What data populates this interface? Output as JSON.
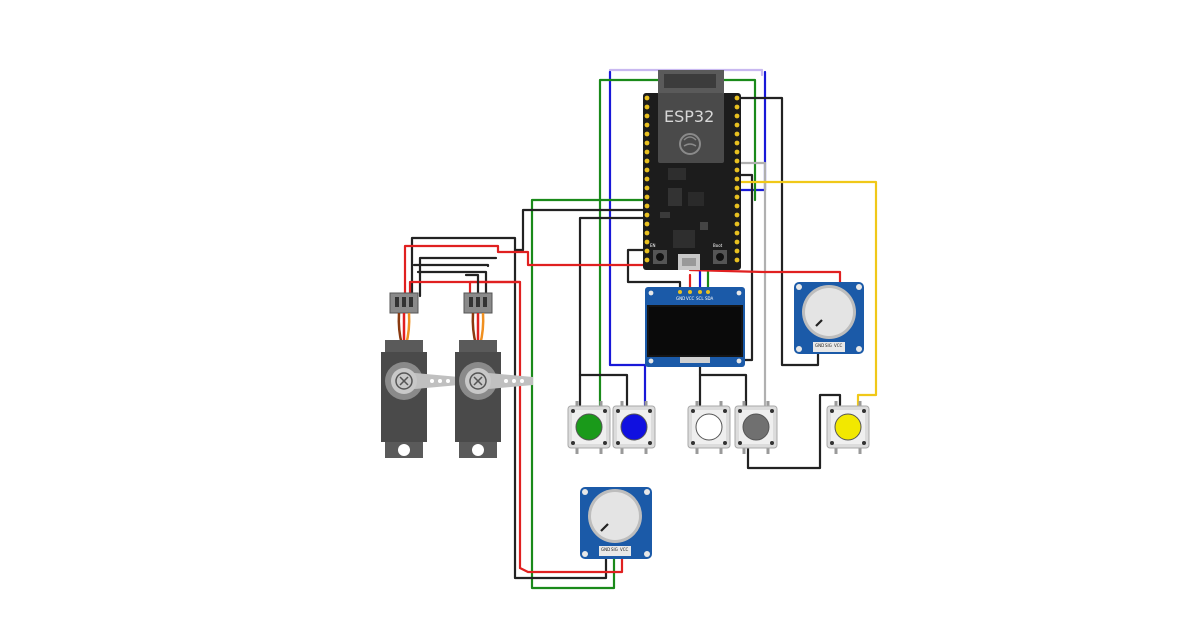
{
  "diagram": {
    "board": {
      "label": "ESP32",
      "boot_label": "Boot",
      "en_label": "EN"
    },
    "oled": {
      "pins": [
        "GND",
        "VCC",
        "SCL",
        "SDA"
      ]
    },
    "potentiometers": [
      {
        "pins": [
          "GND",
          "SIG",
          "VCC"
        ]
      },
      {
        "pins": [
          "GND",
          "SIG",
          "VCC"
        ]
      }
    ],
    "buttons": [
      {
        "color": "#1a9a1a"
      },
      {
        "color": "#1010e0"
      },
      {
        "color": "#ffffff"
      },
      {
        "color": "#707070"
      },
      {
        "color": "#f2e800"
      }
    ],
    "servos": [
      {},
      {}
    ],
    "wire_colors": {
      "red": "#e02020",
      "black": "#222222",
      "green": "#1a8a1a",
      "blue": "#1818d8",
      "yellow": "#f0c818",
      "gray": "#b0b0b0",
      "lavender": "#c8b8f0"
    }
  }
}
